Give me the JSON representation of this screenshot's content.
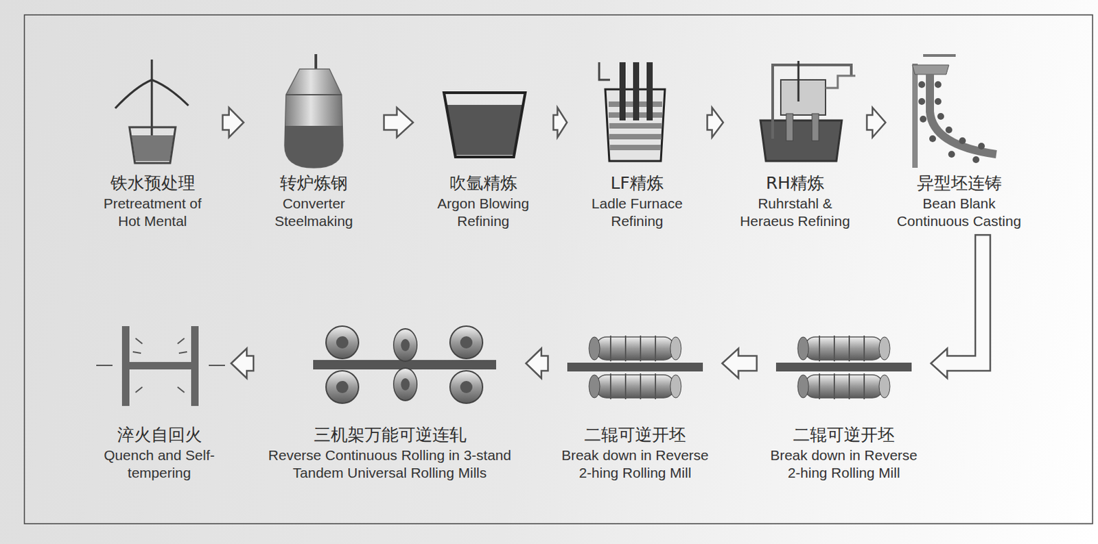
{
  "diagram": {
    "nodes": [
      {
        "text": [
          "铁水预处理",
          "Pretreatment of Hot Mental"
        ]
      },
      {
        "text": [
          "转炉炼钢",
          "Converter Steelmaking"
        ]
      },
      {
        "text": [
          "吹氩精炼",
          "Argon Blowing Refining"
        ]
      },
      {
        "text": [
          "LF精炼",
          "Ladle Furnace Refining"
        ]
      },
      {
        "text": [
          "RH精炼",
          "Ruhrstahl & Heraeus Refining"
        ]
      },
      {
        "text": [
          "异型坯连铸",
          "Bean Blank Continuous Casting"
        ]
      },
      {
        "text": [
          "二辊可逆开坯",
          "Break down in Reverse 2-hing Rolling Mill"
        ]
      },
      {
        "text": [
          "二辊可逆开坯",
          "Break down in Reverse 2-hing Rolling Mill"
        ]
      },
      {
        "text": [
          "三机架万能可逆连轧",
          "Reverse Continuous Rolling in 3-stand Tandem Universal Rolling Mills"
        ]
      },
      {
        "text": [
          "淬火自回火",
          "Quench and Self-tempering"
        ]
      }
    ],
    "edges": [
      {
        "from": 0,
        "to": 1,
        "arrow": "to"
      },
      {
        "from": 1,
        "to": 2,
        "arrow": "to"
      },
      {
        "from": 2,
        "to": 3,
        "arrow": "to"
      },
      {
        "from": 3,
        "to": 4,
        "arrow": "to"
      },
      {
        "from": 4,
        "to": 5,
        "arrow": "to"
      },
      {
        "from": 5,
        "to": 6,
        "arrow": "to"
      },
      {
        "from": 6,
        "to": 7,
        "arrow": "to"
      },
      {
        "from": 7,
        "to": 8,
        "arrow": "to"
      },
      {
        "from": 8,
        "to": 9,
        "arrow": "to"
      }
    ]
  }
}
